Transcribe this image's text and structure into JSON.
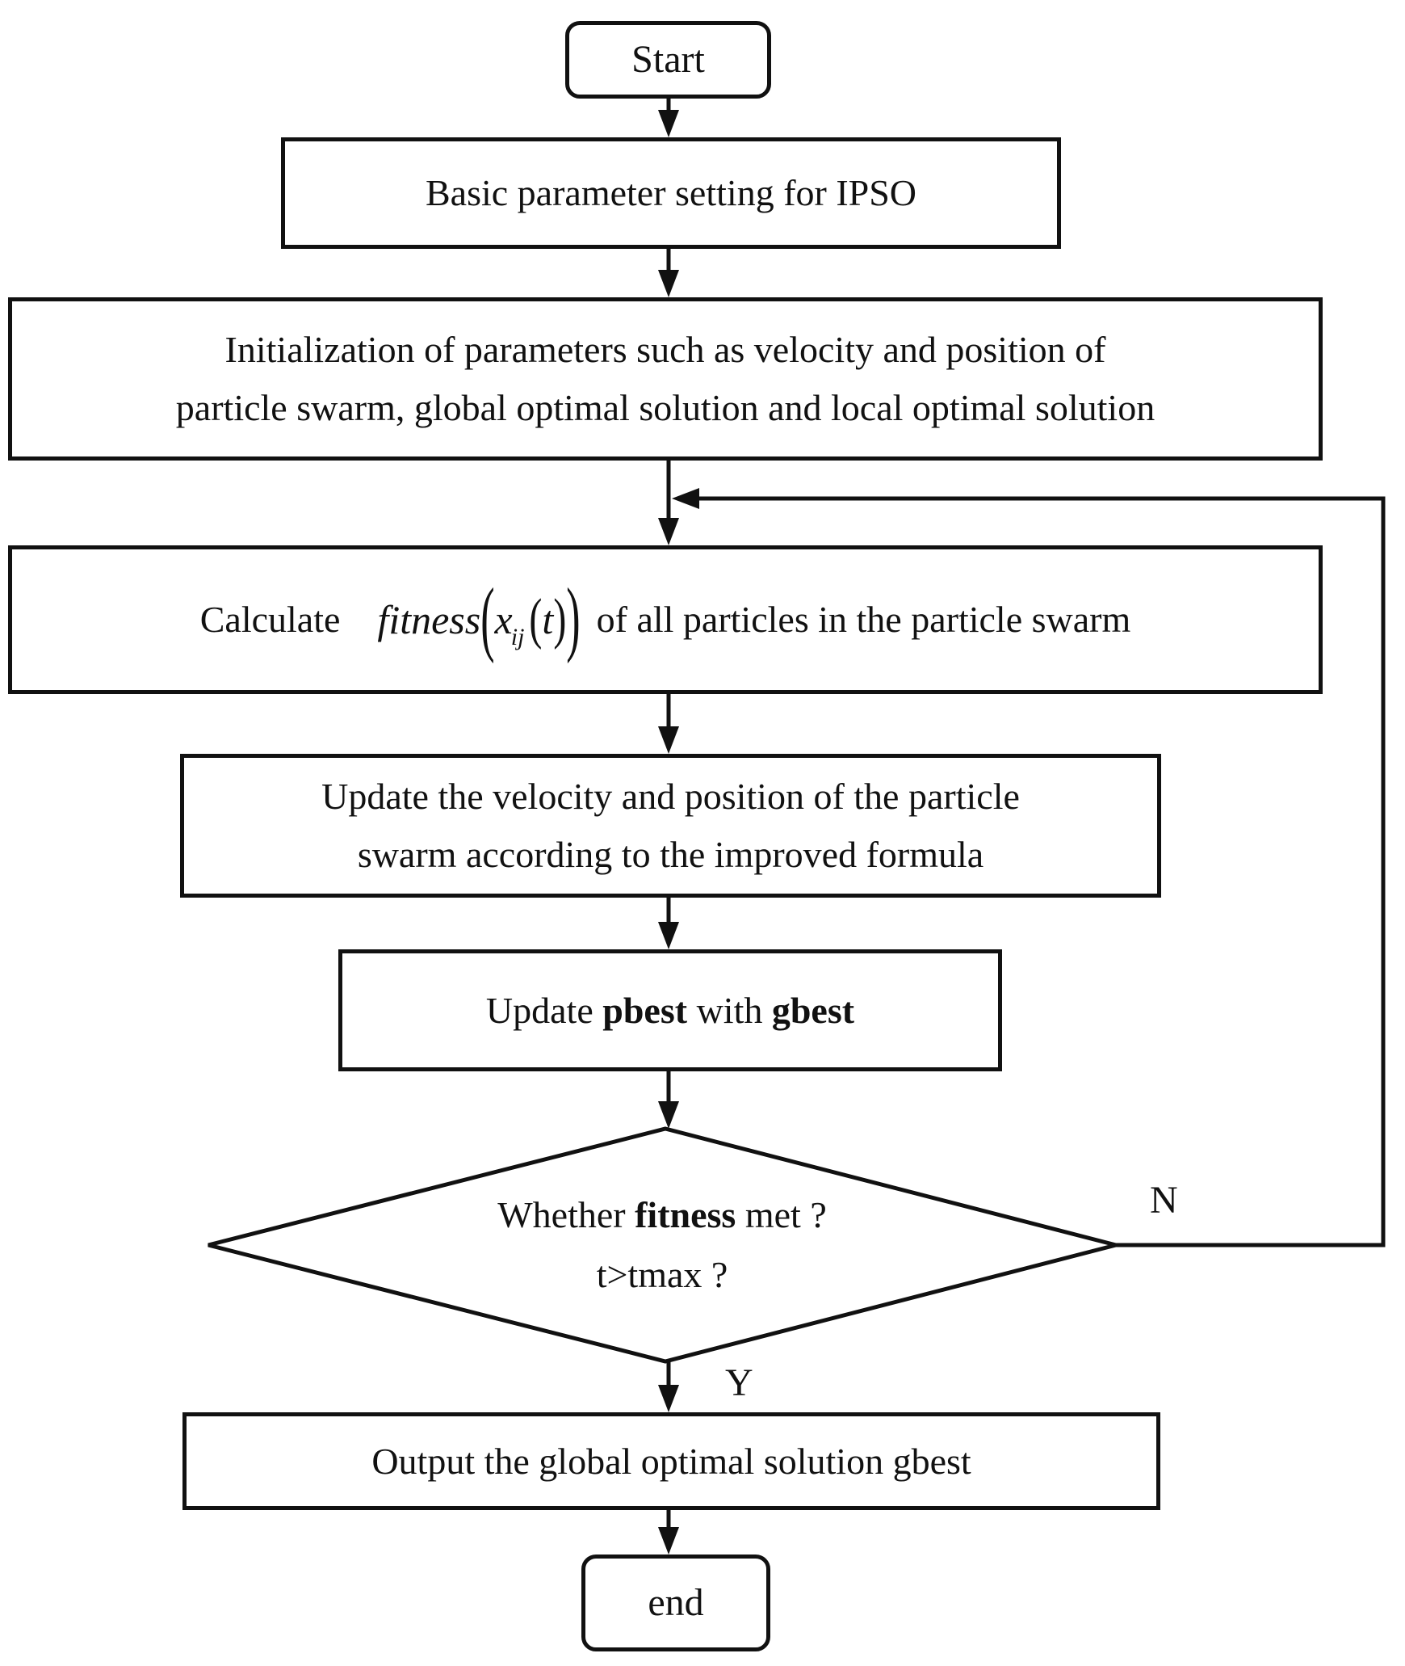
{
  "diagram": {
    "title_hint": "IPSO algorithm flowchart",
    "colors": {
      "stroke": "#111111",
      "background": "#ffffff",
      "text": "#111111"
    },
    "nodes": {
      "start": {
        "label": "Start"
      },
      "basic": {
        "label": "Basic parameter setting for IPSO"
      },
      "init": {
        "line1": "Initialization of parameters such as velocity and position of",
        "line2": "particle swarm, global optimal solution and local optimal solution"
      },
      "calculate": {
        "prefix": "Calculate",
        "fitness": "fitness",
        "outer_lparen": "(",
        "x": "x",
        "sub": "ij",
        "inner_lparen": "(",
        "t": "t",
        "inner_rparen": ")",
        "outer_rparen": ")",
        "suffix": "of all particles in the particle swarm"
      },
      "update_velocity": {
        "line1": "Update the velocity and position of the particle",
        "line2": "swarm according to the improved formula"
      },
      "update_pbest": {
        "part1": "Update ",
        "bold1": "pbest",
        "part2": " with ",
        "bold2": "gbest"
      },
      "decision": {
        "part1": "Whether ",
        "bold": "fitness",
        "part2": " met ?",
        "line2": "t>tmax ?"
      },
      "output": {
        "label": "Output the global optimal solution gbest"
      },
      "end": {
        "label": "end"
      }
    },
    "edges": {
      "no_label": "N",
      "yes_label": "Y"
    }
  }
}
